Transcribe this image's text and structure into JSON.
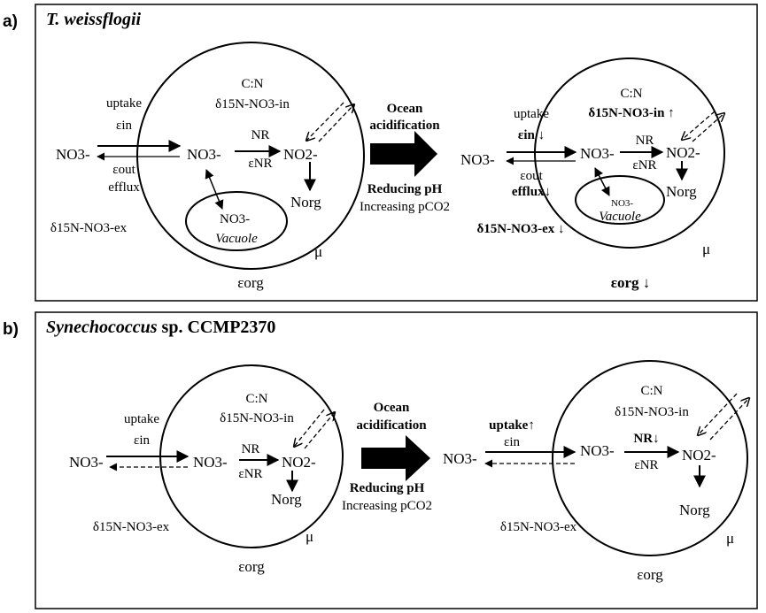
{
  "panel_a": {
    "letter": "a)",
    "title": "T. weissflogii",
    "left": {
      "cn": "C:N",
      "d15n_in": "δ15N-NO3-in",
      "uptake": "uptake",
      "eps_in": "εin",
      "eps_out": "εout",
      "efflux": "efflux",
      "no3_ext": "NO3-",
      "no3_in": "NO3-",
      "nr": "NR",
      "eps_nr": "εNR",
      "no2": "NO2-",
      "norg": "Norg",
      "vac_no3": "NO3-",
      "vacuole": "Vacuole",
      "d15n_ex": "δ15N-NO3-ex",
      "mu": "μ",
      "eps_org": "εorg"
    },
    "center": {
      "line1": "Ocean",
      "line2": "acidification",
      "line3": "Reducing pH",
      "line4": "Increasing pCO2"
    },
    "right": {
      "cn": "C:N",
      "d15n_in": "δ15N-NO3-in ↑",
      "uptake": "uptake",
      "eps_in": "εin ↓",
      "eps_out": "εout",
      "efflux": "efflux↓",
      "no3_ext": "NO3-",
      "no3_in": "NO3-",
      "nr": "NR",
      "eps_nr": "εNR",
      "no2": "NO2-",
      "norg": "Norg",
      "vac_no3": "NO3-",
      "vacuole": "Vacuole",
      "d15n_ex": "δ15N-NO3-ex ↓",
      "mu": "μ",
      "eps_org": "εorg ↓"
    }
  },
  "panel_b": {
    "letter": "b)",
    "title": "Synechococcus sp. CCMP2370",
    "left": {
      "cn": "C:N",
      "d15n_in": "δ15N-NO3-in",
      "uptake": "uptake",
      "eps_in": "εin",
      "no3_ext": "NO3-",
      "no3_in": "NO3-",
      "nr": "NR",
      "eps_nr": "εNR",
      "no2": "NO2-",
      "norg": "Norg",
      "d15n_ex": "δ15N-NO3-ex",
      "mu": "μ",
      "eps_org": "εorg"
    },
    "center": {
      "line1": "Ocean",
      "line2": "acidification",
      "line3": "Reducing pH",
      "line4": "Increasing pCO2"
    },
    "right": {
      "cn": "C:N",
      "d15n_in": "δ15N-NO3-in",
      "uptake": "uptake↑",
      "eps_in": "εin",
      "no3_ext": "NO3-",
      "no3_in": "NO3-",
      "nr": "NR↓",
      "eps_nr": "εNR",
      "no2": "NO2-",
      "norg": "Norg",
      "d15n_ex": "δ15N-NO3-ex",
      "mu": "μ",
      "eps_org": "εorg"
    }
  }
}
